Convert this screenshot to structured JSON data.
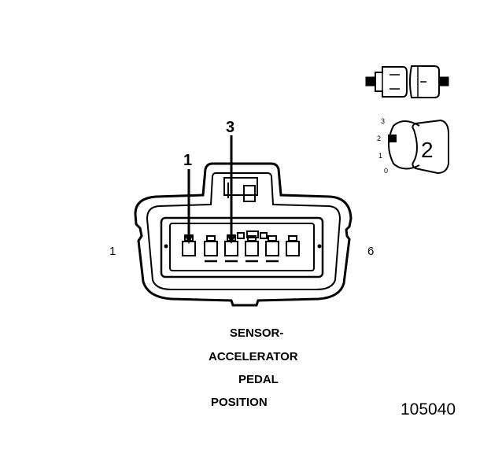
{
  "connector": {
    "pin_callout_1": "1",
    "pin_callout_3": "3",
    "end_left": "1",
    "end_right": "6"
  },
  "inset": {
    "connector_number": "2",
    "positions": [
      "3",
      "2",
      "1",
      "0"
    ]
  },
  "title_lines": [
    "SENSOR-",
    "ACCELERATOR",
    "PEDAL",
    "POSITION"
  ],
  "figure_code": "105040",
  "colors": {
    "ink": "#000000",
    "background": "#ffffff"
  }
}
